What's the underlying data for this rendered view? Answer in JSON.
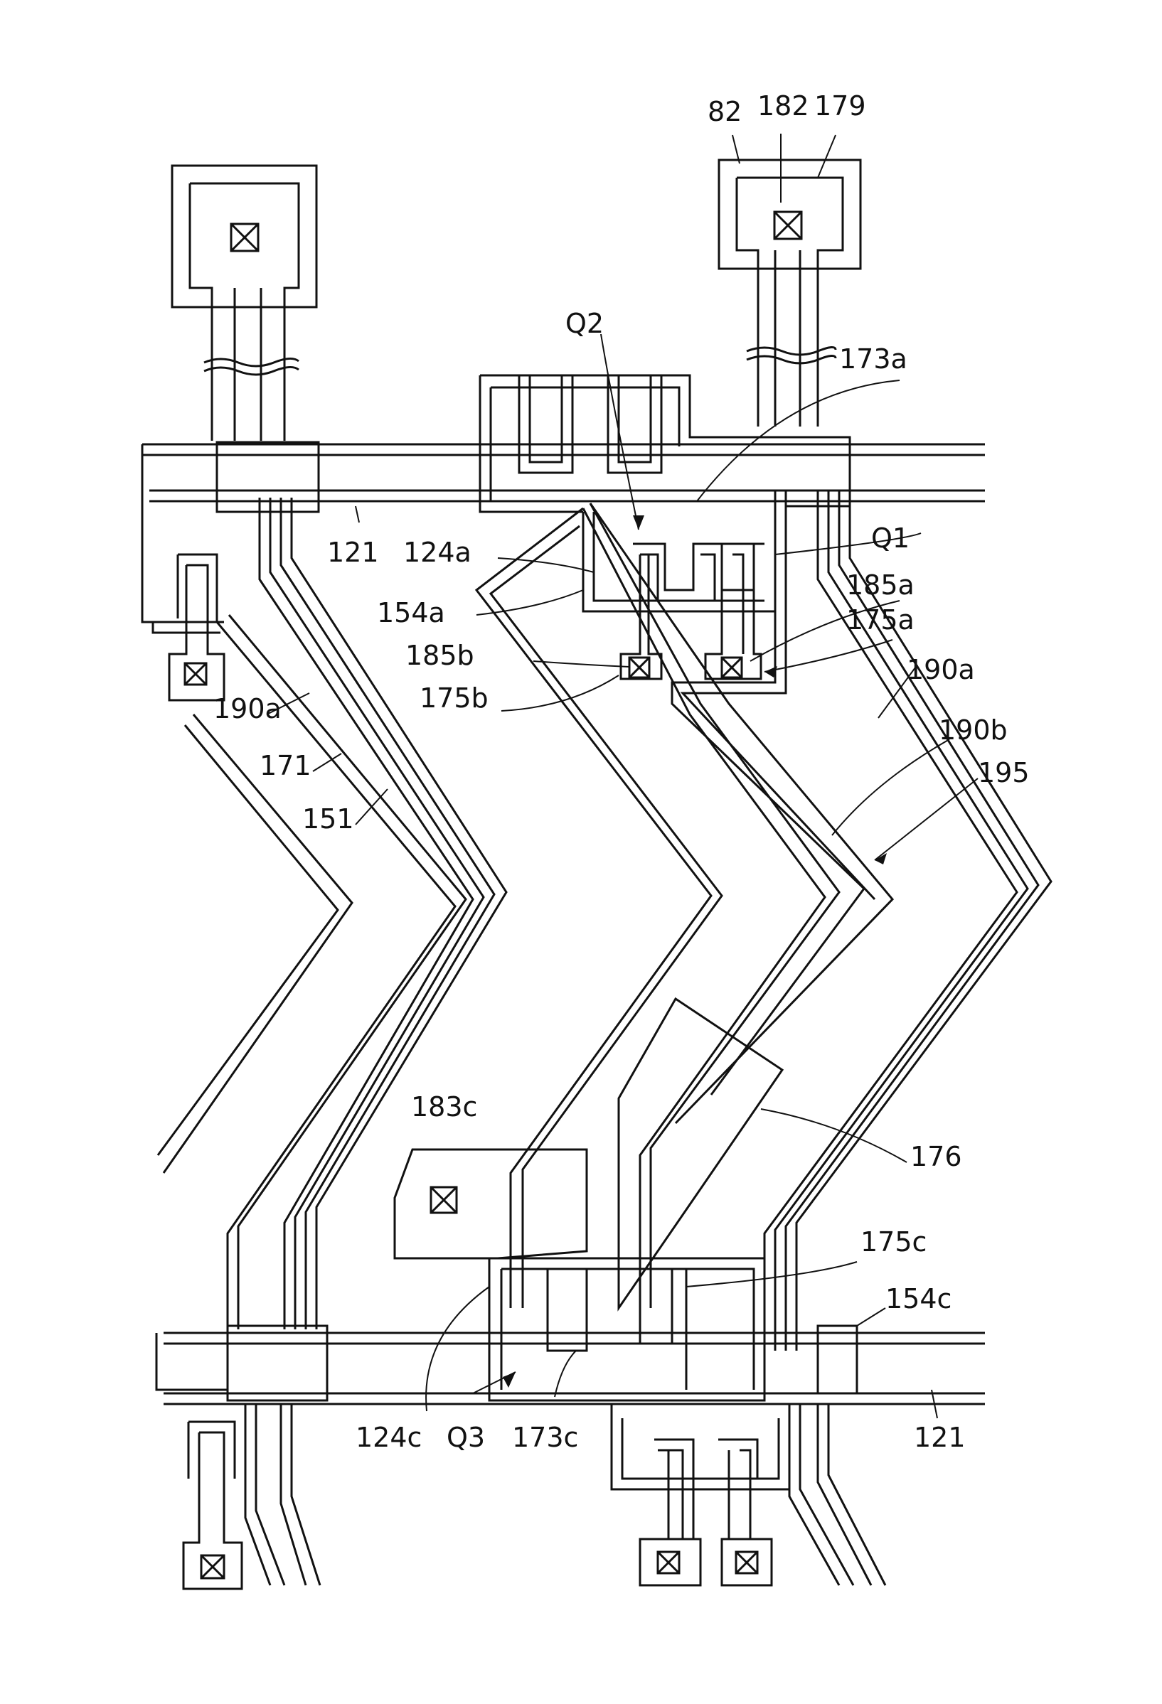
{
  "figure": {
    "labels": {
      "l82": "82",
      "l182": "182",
      "l179": "179",
      "lQ2": "Q2",
      "l173a": "173a",
      "lQ1": "Q1",
      "l121_top": "121",
      "l124a": "124a",
      "l154a": "154a",
      "l185a": "185a",
      "l185b": "185b",
      "l175a": "175a",
      "l175b": "175b",
      "l190a_left": "190a",
      "l190a_right": "190a",
      "l190b": "190b",
      "l171": "171",
      "l151": "151",
      "l195": "195",
      "l183c": "183c",
      "l176": "176",
      "l175c": "175c",
      "l154c": "154c",
      "l121_bottom": "121",
      "l124c": "124c",
      "lQ3": "Q3",
      "l173c": "173c"
    }
  }
}
